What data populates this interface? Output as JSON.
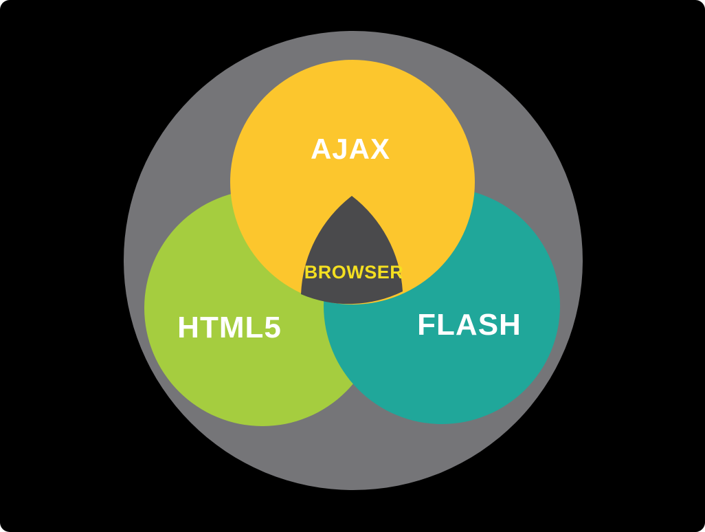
{
  "diagram": {
    "type": "venn",
    "description": "Three-set venn diagram of browser technologies",
    "background_color": "#000000",
    "container_circle": {
      "name": "outer-circle",
      "color": "#757578"
    },
    "sets": [
      {
        "label": "AJAX",
        "position": "top",
        "color": "#FCC62D",
        "text_color": "#FFFFFF"
      },
      {
        "label": "HTML5",
        "position": "bottom-left",
        "color": "#A5CD3F",
        "text_color": "#FFFFFF"
      },
      {
        "label": "FLASH",
        "position": "bottom-right",
        "color": "#20A79A",
        "text_color": "#FFFFFF"
      }
    ],
    "intersection": {
      "label": "BROWSER",
      "color": "#4A4A4C",
      "text_color": "#F4DF21"
    }
  },
  "chart_data": {
    "type": "venn",
    "title": "",
    "sets": [
      "AJAX",
      "HTML5",
      "FLASH"
    ],
    "triple_intersection_label": "BROWSER",
    "legend_position": "none",
    "notes": "Labels drawn inside regions; no axes or gridlines"
  }
}
